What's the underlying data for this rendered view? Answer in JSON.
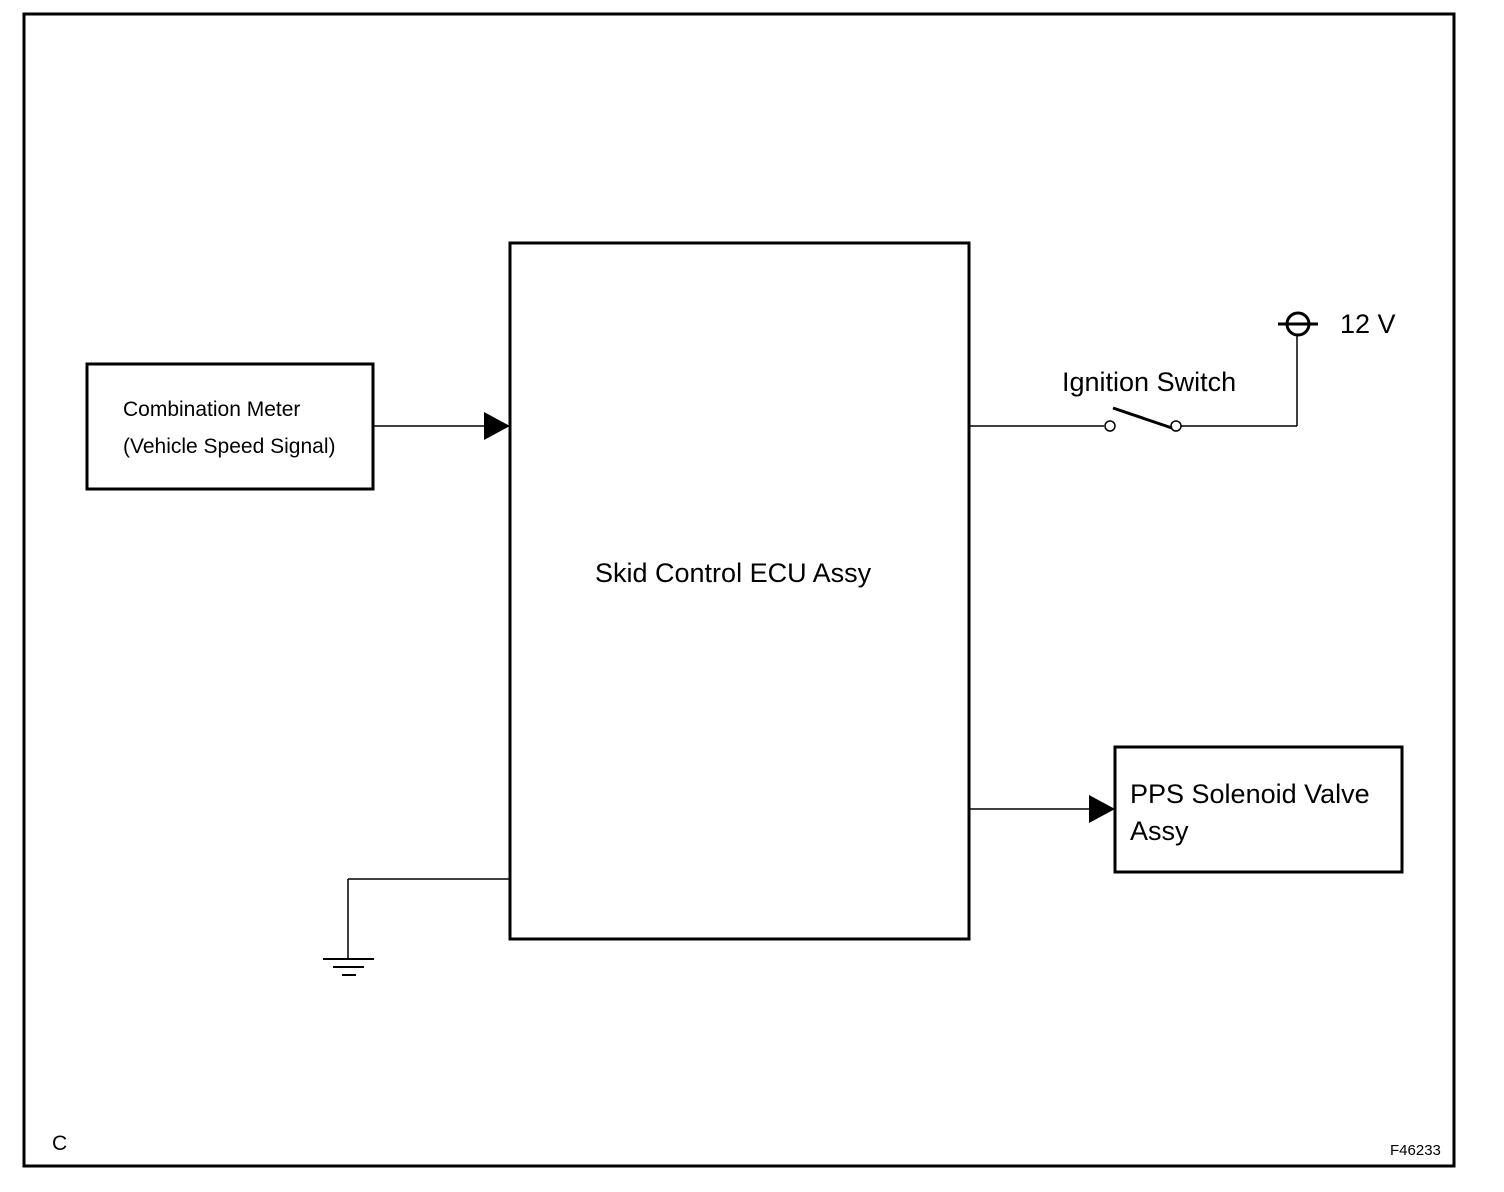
{
  "diagram": {
    "combination_meter": {
      "line1": "Combination Meter",
      "line2": "(Vehicle Speed Signal)"
    },
    "ecu": {
      "label": "Skid Control ECU Assy"
    },
    "ignition_switch": {
      "label": "Ignition Switch"
    },
    "power_supply": {
      "label": "12 V"
    },
    "pps_valve": {
      "line1": "PPS Solenoid Valve",
      "line2": "Assy"
    },
    "corner_letter": "C",
    "figure_code": "F46233"
  }
}
